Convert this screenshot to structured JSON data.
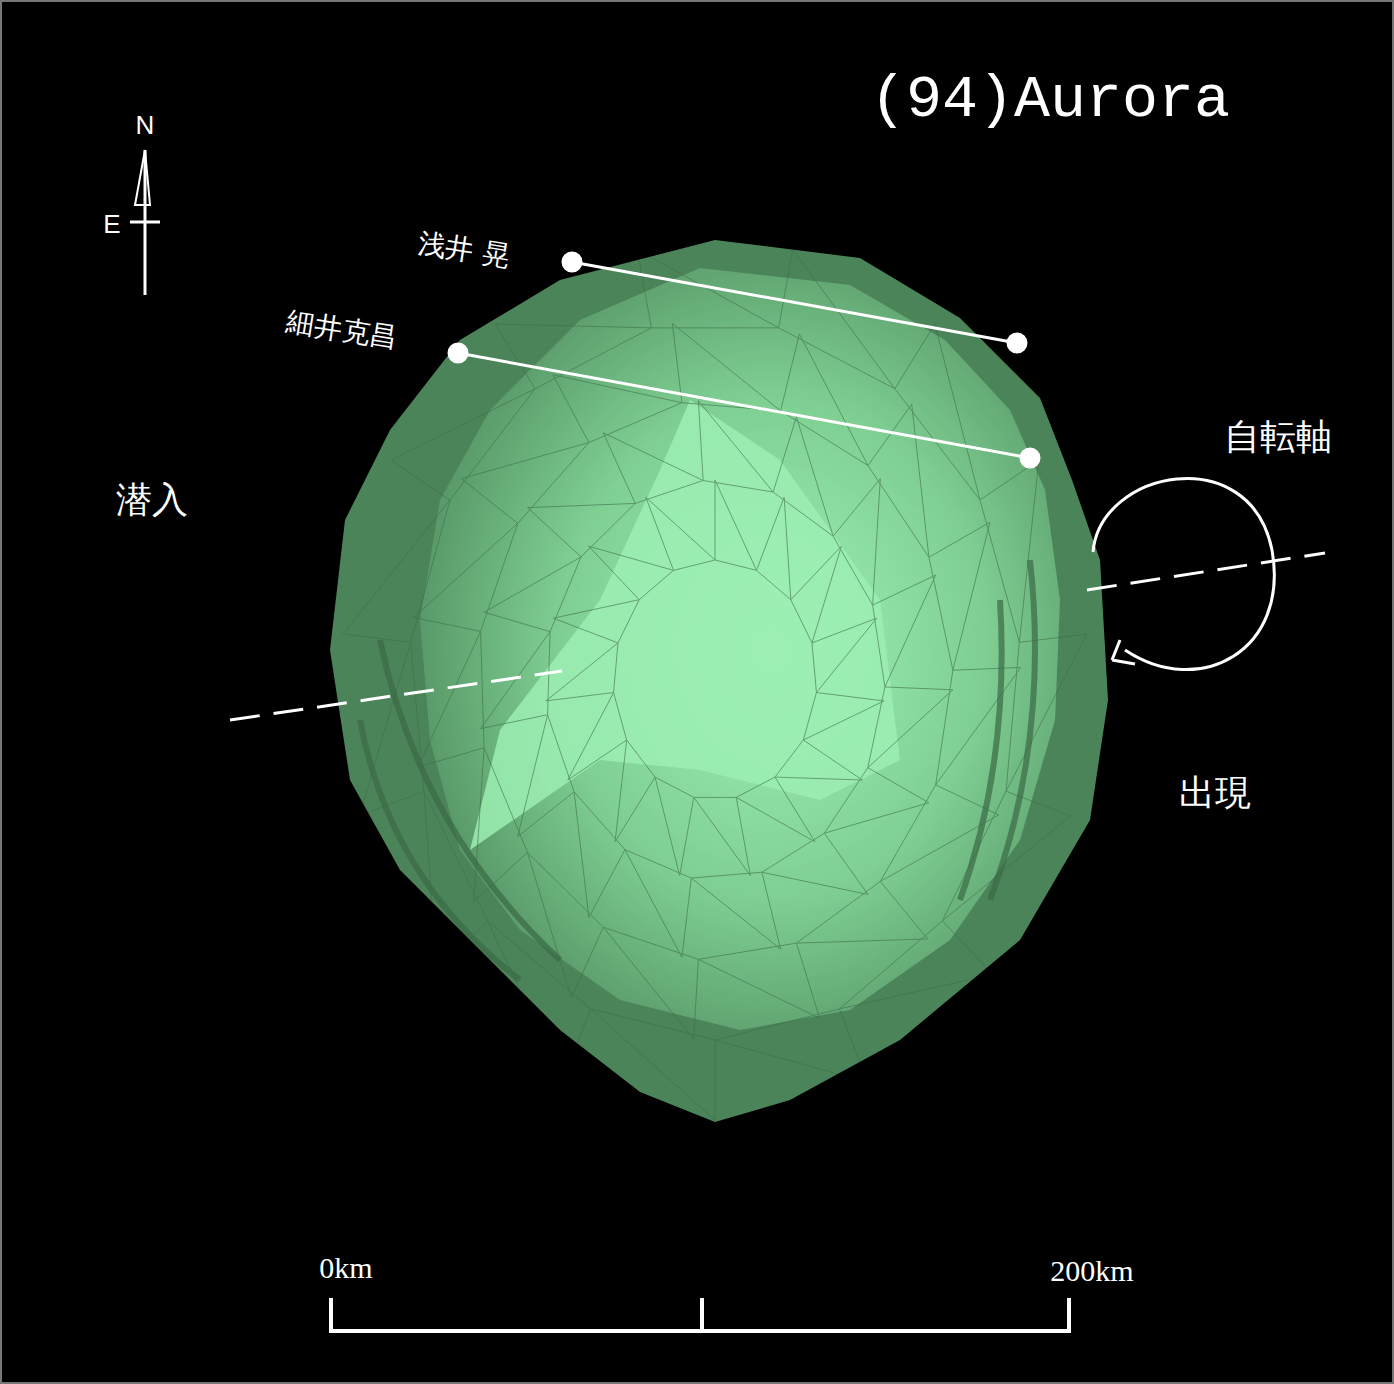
{
  "diagram": {
    "title": "(94)Aurora",
    "labels": [
      "N",
      "E",
      "浅井 晃",
      "細井克昌",
      "潜入",
      "自転軸",
      "出現",
      "0km",
      "200km"
    ]
  }
}
